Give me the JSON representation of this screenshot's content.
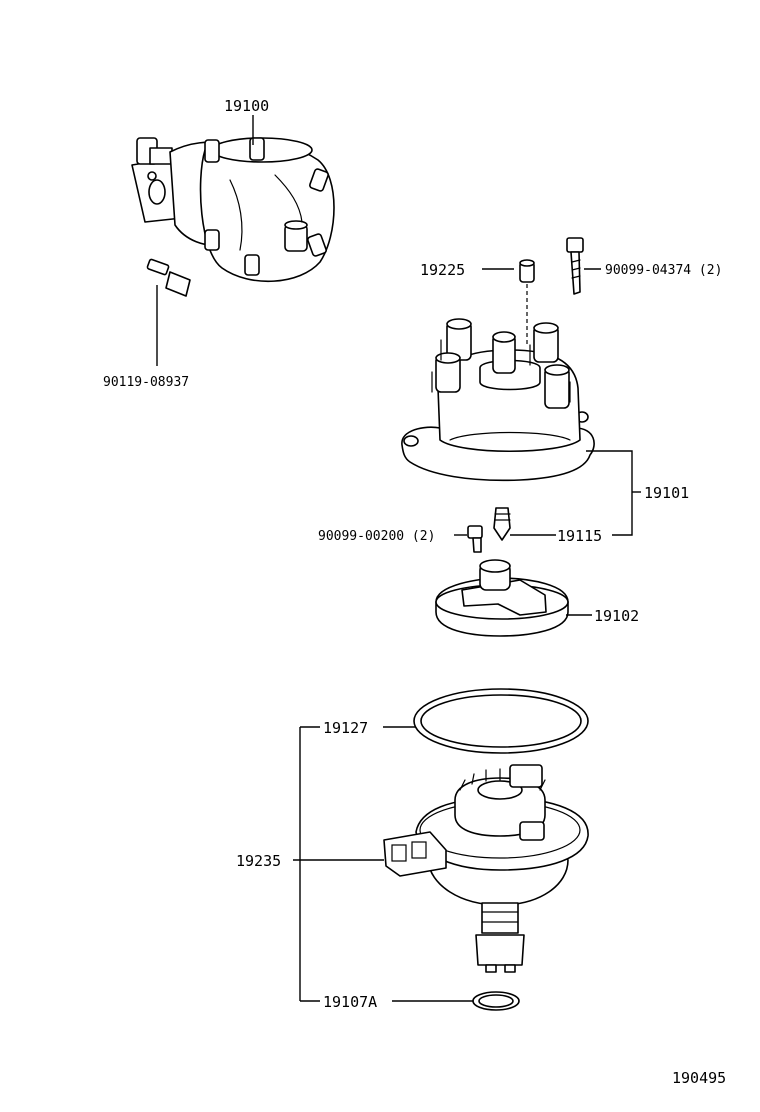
{
  "labels": {
    "p19100": "19100",
    "p90119": "90119-08937",
    "p19225": "19225",
    "p90099a": "90099-04374 (2)",
    "p19101": "19101",
    "p90099b": "90099-00200 (2)",
    "p19115": "19115",
    "p19102": "19102",
    "p19127": "19127",
    "p19235": "19235",
    "p19107a": "19107A",
    "ref": "190495"
  },
  "colors": {
    "ink": "#000000",
    "paper": "#ffffff"
  }
}
